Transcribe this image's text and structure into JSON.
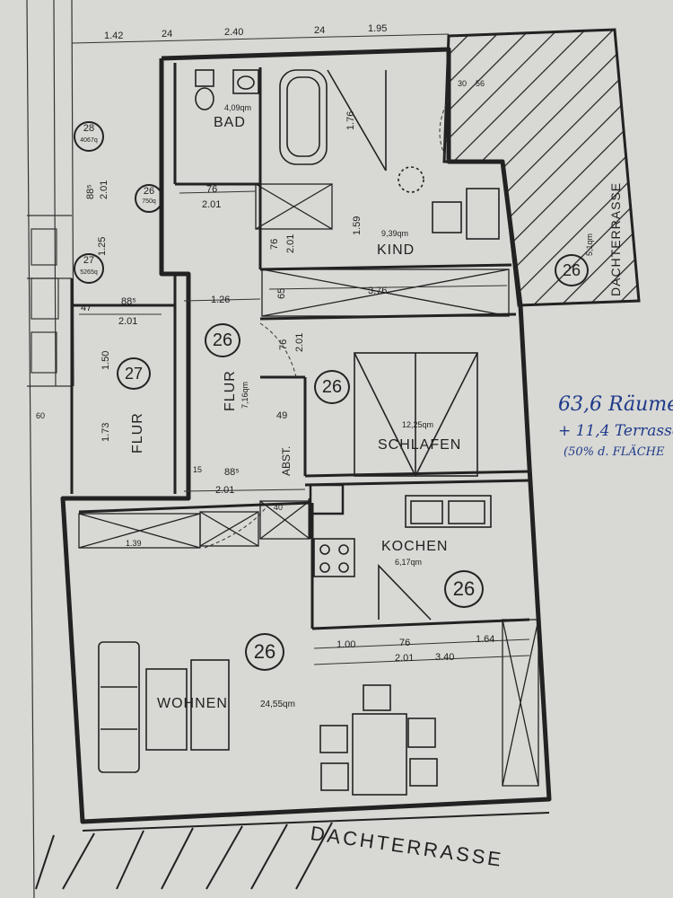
{
  "rooms": {
    "bad": {
      "name": "BAD",
      "area": "4,09qm"
    },
    "kind": {
      "name": "KIND",
      "area": "9,39qm"
    },
    "flur_a": {
      "name": "FLUR",
      "area": "7,16qm"
    },
    "flur_b": {
      "name": "FLUR"
    },
    "schlafen": {
      "name": "SCHLAFEN",
      "area": "12,25qm"
    },
    "kochen": {
      "name": "KOCHEN",
      "area": "6,17qm"
    },
    "wohnen": {
      "name": "WOHNEN",
      "area": "24,55qm"
    },
    "abst": {
      "name": "ABST."
    },
    "dachterrasse_right": {
      "name": "DACHTERRASSE",
      "area": "5,1qm"
    },
    "dachterrasse_bottom": {
      "name": "DACHTERRASSE"
    }
  },
  "unit_markers": {
    "m26_flur": "26",
    "m26_schlafen": "26",
    "m26_kochen": "26",
    "m26_wohnen": "26",
    "m26_terrasse": "26",
    "m27_flur": "27",
    "m26_small": "26",
    "m26_small_area": "750q",
    "m27_small": "27",
    "m27_small_area": "5265q",
    "m28_small": "28",
    "m28_small_area": "4067q"
  },
  "dimensions": {
    "d_142": "1.42",
    "d_24": "24",
    "d_240": "2.40",
    "d_24b": "24",
    "d_195": "1.95",
    "d_126": "1.26",
    "d_376": "3.76",
    "d_76": "76",
    "d_201a": "2.01",
    "d_159": "1.59",
    "d_125": "1.25",
    "d_885a": "88⁵",
    "d_201b": "2.01",
    "d_885b": "88⁵",
    "d_201c": "2.01",
    "d_47": "47",
    "d_150": "1.50",
    "d_173": "1.73",
    "d_49": "49",
    "d_15": "15",
    "d_885c": "88⁵",
    "d_201d": "2.01",
    "d_100": "1.00",
    "d_76b": "76",
    "d_201e": "2.01",
    "d_340": "3.40",
    "d_164": "1.64",
    "d_76c": "76",
    "d_201f": "2.01",
    "d_176": "1.76",
    "d_139": "1.39",
    "d_65": "65",
    "d_76d": "76",
    "d_201g": "2.01",
    "d_60": "60",
    "d_40": "40",
    "d_56": "56",
    "d_30": "30"
  },
  "notes": {
    "line1": "63,6 Räume",
    "line2": "+ 11,4 Terrasse",
    "line3": "(50% d. FLÄCHE"
  },
  "colors": {
    "paper": "#d8d8d4",
    "ink": "#222222",
    "handwriting": "#1e3a8a"
  }
}
